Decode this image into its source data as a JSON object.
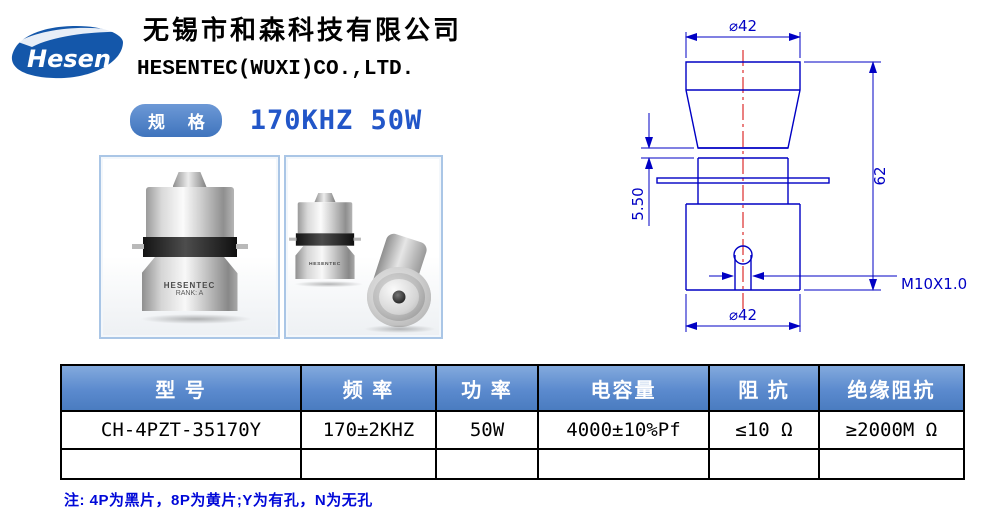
{
  "header": {
    "logo_text": "Hesen",
    "company_cn": "无锡市和森科技有限公司",
    "company_en": "HESENTEC(WUXI)CO.,LTD.",
    "spec_badge": "规 格",
    "spec_value": "170KHZ 50W"
  },
  "photos": {
    "product_brand": "HESENTEC",
    "product_rank": "RANK: A"
  },
  "drawing": {
    "top_diameter": "⌀42",
    "overall_height": "62",
    "stack_height": "5.50",
    "thread_spec": "M10X1.0",
    "bottom_diameter": "⌀42"
  },
  "spec_table": {
    "headers": [
      "型 号",
      "频 率",
      "功 率",
      "电容量",
      "阻 抗",
      "绝缘阻抗"
    ],
    "rows": [
      {
        "model": "CH-4PZT-35170Y",
        "frequency": "170±2KHZ",
        "power": "50W",
        "capacitance": "4000±10%Pf",
        "impedance": "≤10 Ω",
        "insulation": "≥2000M Ω"
      },
      {
        "model": "",
        "frequency": "",
        "power": "",
        "capacitance": "",
        "impedance": "",
        "insulation": ""
      }
    ]
  },
  "footnote": "注: 4P为黑片，8P为黄片;Y为有孔，N为无孔",
  "colors": {
    "brand_blue": "#1457aa",
    "accent_text_blue": "#2256c8",
    "badge_blue": "#4478c2",
    "table_header_blue": "#5b8ace",
    "drawing_line_blue": "#0000c4",
    "centerline_red": "#d40000",
    "note_blue": "#0008d8"
  }
}
